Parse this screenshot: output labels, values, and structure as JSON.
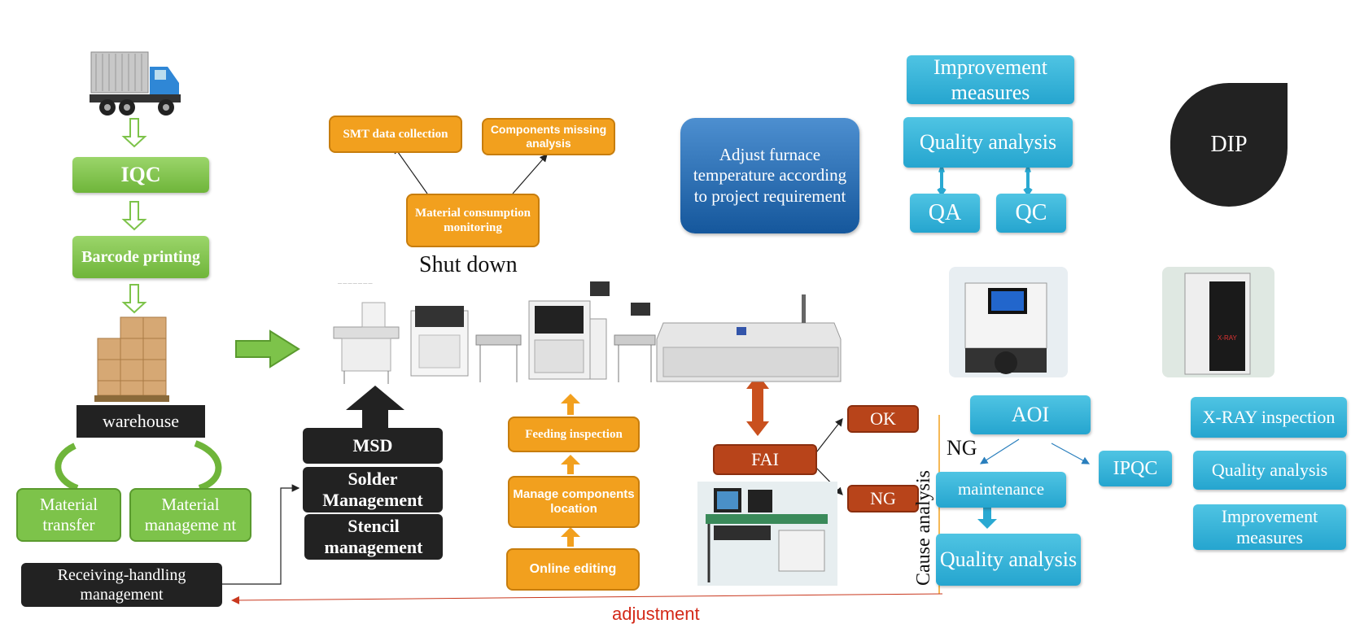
{
  "left_flow": {
    "iqc": "IQC",
    "barcode": "Barcode printing",
    "warehouse": "warehouse",
    "material_transfer": "Material transfer",
    "material_management": "Material manageme nt",
    "receiving": "Receiving-handling management"
  },
  "center_top": {
    "smt_data": "SMT data collection",
    "components_missing": "Components missing analysis",
    "material_consumption": "Material consumption monitoring",
    "shut_down": "Shut down"
  },
  "production_line": {
    "msd": "MSD",
    "solder": "Solder Management",
    "stencil": "Stencil management",
    "feeding": "Feeding inspection",
    "manage_components": "Manage components location",
    "online_editing": "Online editing"
  },
  "furnace": {
    "adjust": "Adjust furnace temperature according to project requirement"
  },
  "fai": {
    "fai": "FAI",
    "ok": "OK",
    "ng": "NG"
  },
  "quality_top": {
    "improvement": "Improvement measures",
    "quality_analysis": "Quality analysis",
    "qa": "QA",
    "qc": "QC",
    "dip": "DIP"
  },
  "aoi_section": {
    "aoi": "AOI",
    "ng": "NG",
    "maintenance": "maintenance",
    "quality_analysis": "Quality analysis",
    "ipqc": "IPQC",
    "cause_analysis": "Cause analysis"
  },
  "xray_section": {
    "xray": "X-RAY inspection",
    "quality_analysis": "Quality analysis",
    "improvement": "Improvement measures"
  },
  "adjustment": "adjustment",
  "colors": {
    "green": "#7dc34a",
    "orange": "#f2a01e",
    "cyan": "#2aa9d2",
    "rust": "#b8441a",
    "dark": "#222222",
    "blue_gradient": "#1f6fb5",
    "adjustment_red": "#d42a1a"
  }
}
